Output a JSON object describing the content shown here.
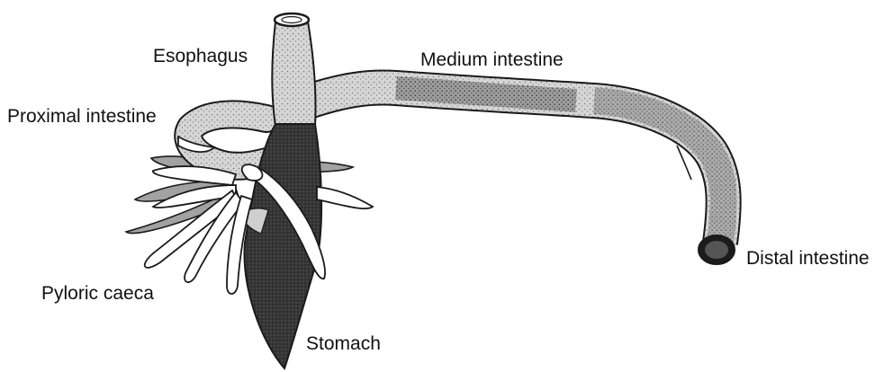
{
  "labels": {
    "esophagus": "Esophagus",
    "medium_intestine": "Medium intestine",
    "proximal_intestine": "Proximal intestine",
    "pyloric_caeca": "Pyloric caeca",
    "distal_intestine": "Distal intestine",
    "stomach": "Stomach"
  },
  "colors": {
    "outline": "#1a1a1a",
    "stomach_fill": "#3a3a3a",
    "intestine_fill": "#d2d2d2",
    "medium_fill": "#a9a9a9",
    "caeca_fill": "#ffffff",
    "caeca_gray": "#9c9c9c"
  }
}
